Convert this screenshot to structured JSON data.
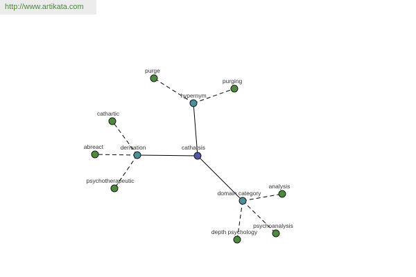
{
  "source": {
    "url_text": "http://www.artikata.com"
  },
  "colors": {
    "center": "#4f57a8",
    "hub": "#4a8f9a",
    "leaf": "#4e8a3e"
  },
  "graph": {
    "center": {
      "label": "catharsis"
    },
    "hubs": {
      "hypernym": {
        "label": "hypernym"
      },
      "derivation": {
        "label": "derivation"
      },
      "domain": {
        "label": "domain category"
      }
    },
    "leaves": {
      "purge": {
        "label": "purge"
      },
      "purging": {
        "label": "purging"
      },
      "cathartic": {
        "label": "cathartic"
      },
      "abreact": {
        "label": "abreact"
      },
      "psychotherapeutic": {
        "label": "psychotherapeutic"
      },
      "analysis": {
        "label": "analysis"
      },
      "psychoanalysis": {
        "label": "psychoanalysis"
      },
      "depth_psychology": {
        "label": "depth psychology"
      }
    }
  }
}
